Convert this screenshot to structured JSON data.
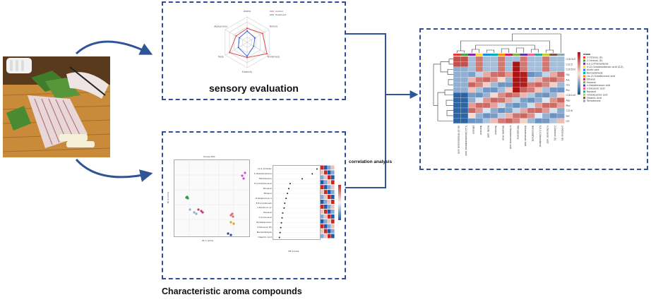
{
  "labels": {
    "sensory": "sensory evaluation",
    "aroma": "Characteristic aroma compounds",
    "correlation": "correlation analysis"
  },
  "radar": {
    "axes": [
      "Aroma",
      "Texture",
      "Tenderness",
      "Elasticity",
      "Taste",
      "Appearance"
    ],
    "legend": [
      "Control",
      "Treatment"
    ],
    "colors": [
      "#e03c3c",
      "#2d5bd8"
    ]
  },
  "scores": {
    "title": "Scores Plot",
    "xlabel": "PC 1 (xx%)",
    "ylabel": "PC 2 (xx%)"
  },
  "vip": {
    "xlabel": "VIP scores",
    "compounds": [
      "cis-2-Octadec",
      "2-Hexadecanone",
      "Tetradecane",
      "E-2-Octadecenal",
      "Nonanal",
      "Ethanol",
      "Octadecanoic a",
      "E,E-2,4-Nonadi",
      "n-Decanoic ac",
      "Hexanal",
      "1-Undecanal",
      "Pentadecanoic",
      "2-Nonenal (E)",
      "Benzaldehyde",
      "Oleamic Acid"
    ]
  },
  "heatmap": {
    "legend_title": "class",
    "legend": [
      "2-Octenal, (E)-",
      "2-Octenal, (E)-",
      "E,E-2,4-Nonadienal",
      "9,12-Octadecadienoic acid (Z,Z)-",
      "Acetic acid",
      "Benzaldehyde",
      "cis-13-Octadecenoic acid",
      "Ethanol",
      "Hexanal",
      "n-Hexadecanoic acid",
      "n-Decanoic acid",
      "Nonanal",
      "Octadecanoic acid",
      "Oleamic Acid",
      "Tetradecane"
    ],
    "rows": [
      "C18:3n3",
      "C22:5",
      "C20:5n3",
      "Gly",
      "Ala",
      "Glu",
      "Pro",
      "C18:1n9",
      "Asp",
      "Phe",
      "C22:6",
      "Ser",
      "Lys"
    ],
    "columns": [
      "cis-13-Octadecenoic acid",
      "9,12-Octadecadienoic acid",
      "Ethanol",
      "Nonanal",
      "Acetic acid",
      "Hexanal",
      "Oleamic Acid",
      "n-Hexadecanoic acid",
      "Tetradecane",
      "Octadecanoic acid",
      "Benzaldehyde",
      "E,E-2,4-Nonadienal",
      "n-Decanoic acid",
      "2-Octenal (E)",
      "2-Octenal (E)"
    ]
  }
}
